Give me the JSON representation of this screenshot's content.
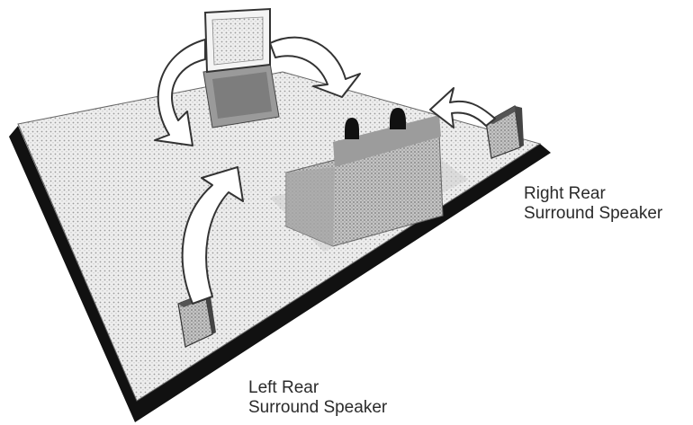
{
  "labels": {
    "right_rear_line1": "Right Rear",
    "right_rear_line2": "Surround Speaker",
    "left_rear_line1": "Left Rear",
    "left_rear_line2": "Surround Speaker"
  },
  "colors": {
    "floor_fill": "#e9e9e9",
    "floor_edge": "#111111",
    "furniture": "#b3b3b3",
    "speaker": "#8c8c8c",
    "arrow_fill": "#ffffff",
    "arrow_stroke": "#333333",
    "text": "#2a2a2a"
  }
}
